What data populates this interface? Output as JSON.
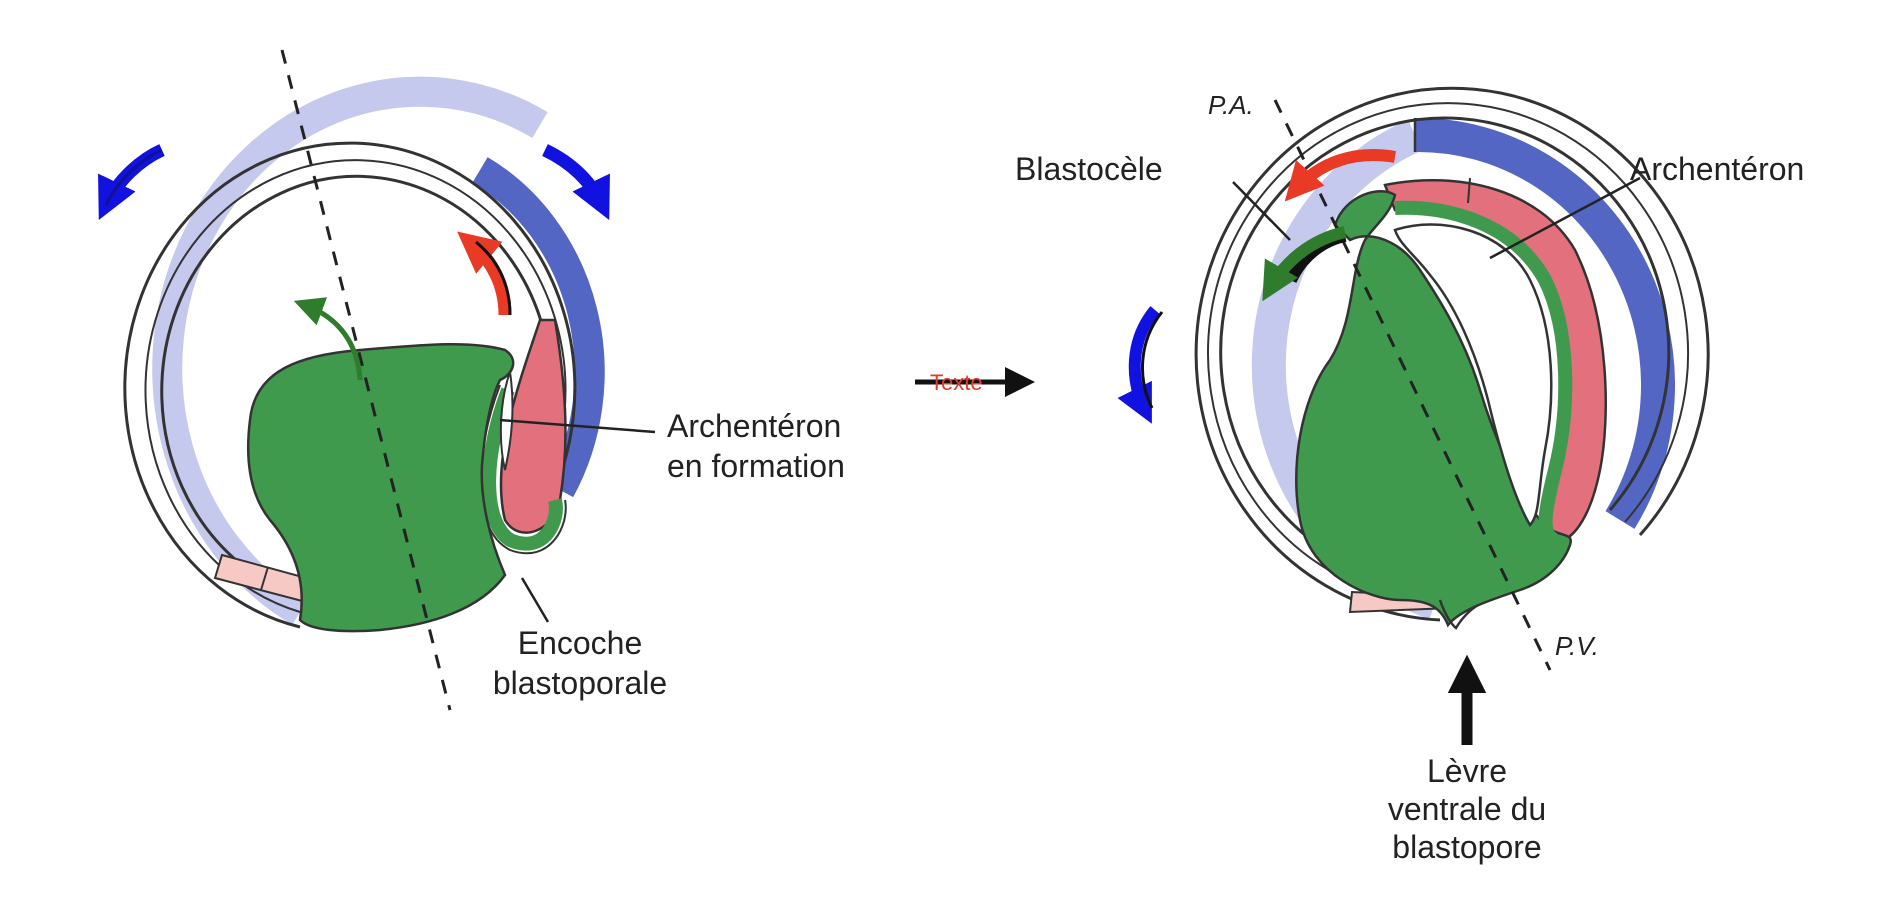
{
  "colors": {
    "ectoderm_light": "#c5c9ee",
    "ectoderm_dark": "#5466c4",
    "mesoderm": "#e2717d",
    "mesoderm_pale": "#f7c9c4",
    "endoderm": "#3f9a4d",
    "outline": "#333333",
    "arrow_blue": "#1111e0",
    "arrow_red": "#e83a25",
    "arrow_green": "#2f7d2c",
    "arrow_black": "#111111"
  },
  "stage1": {
    "archenteron_label_line1": "Archentéron",
    "archenteron_label_line2": "en formation",
    "notch_label_line1": "Encoche",
    "notch_label_line2": "blastoporale"
  },
  "transition": {
    "label": "Texte"
  },
  "stage2": {
    "blastocoel_label": "Blastocèle",
    "archenteron_label": "Archentéron",
    "animal_pole_label": "P.A.",
    "vegetal_pole_label": "P.V.",
    "lip_label_line1": "Lèvre",
    "lip_label_line2": "ventrale du",
    "lip_label_line3": "blastopore"
  }
}
